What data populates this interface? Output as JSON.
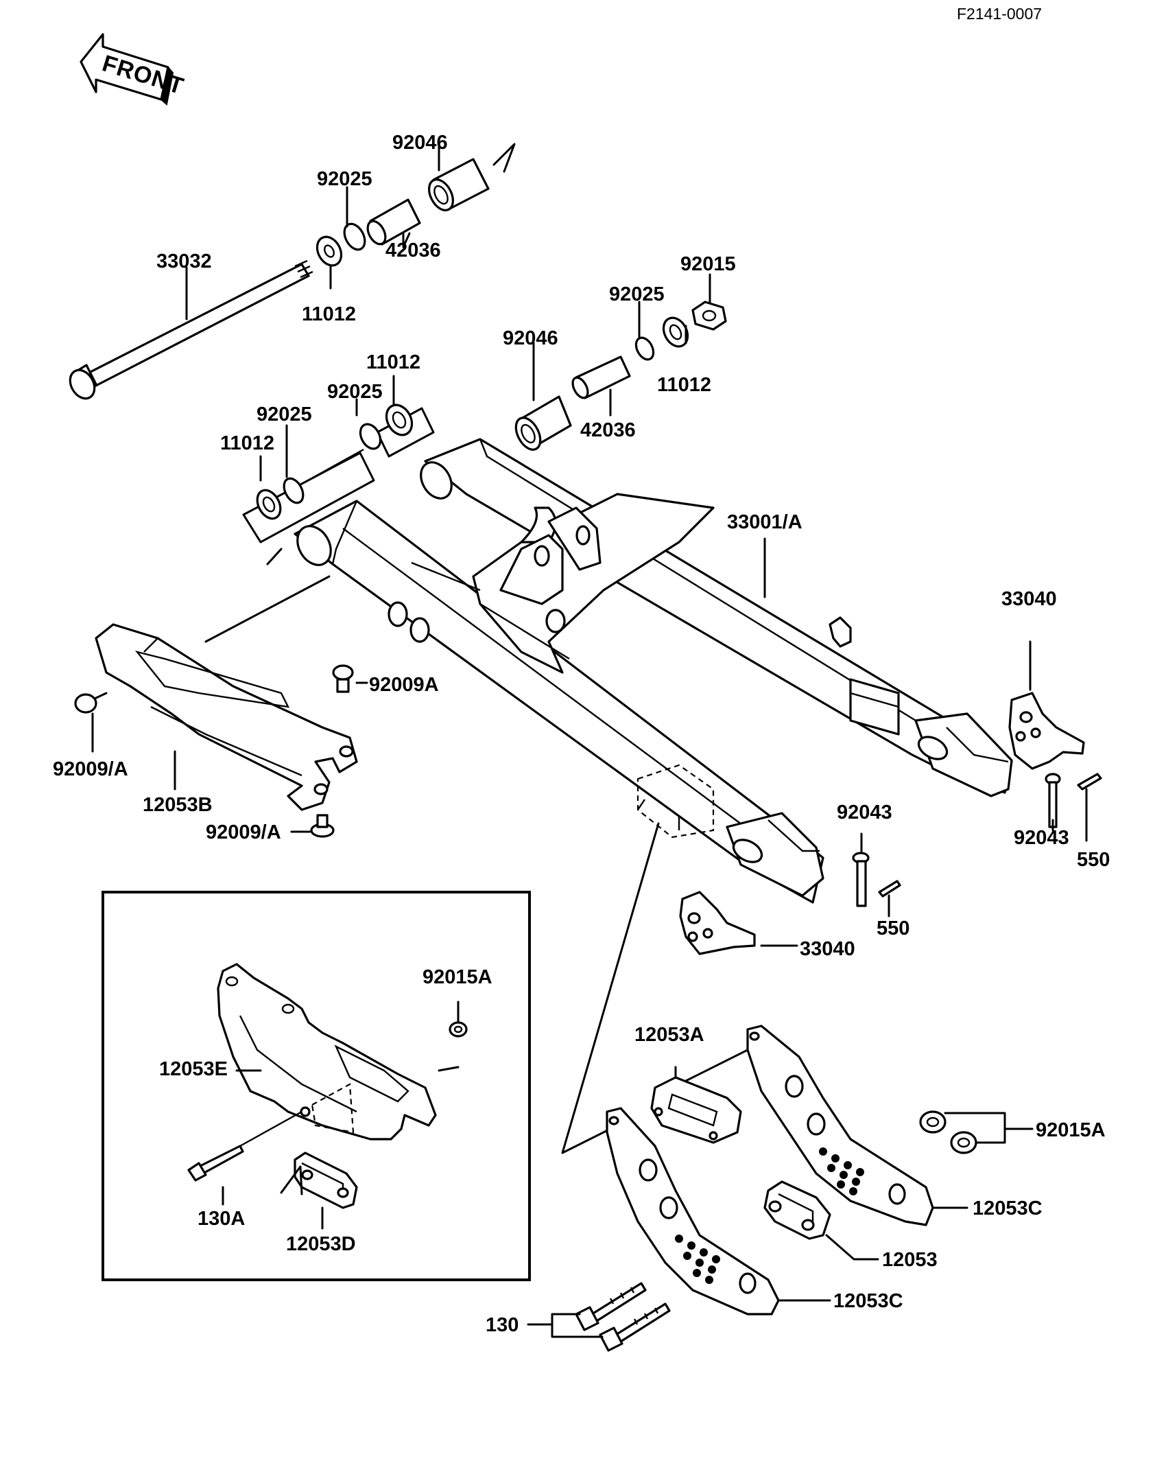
{
  "drawing_code": "F2141-0007",
  "front_label": "FRONT",
  "labels": {
    "p92046_top": "92046",
    "p92025_top": "92025",
    "p42036_top": "42036",
    "p33032": "33032",
    "p11012_top": "11012",
    "p92015": "92015",
    "p92025_right": "92025",
    "p92046_mid": "92046",
    "p11012_right": "11012",
    "p42036_mid": "42036",
    "p11012_left2": "11012",
    "p92025_left2": "92025",
    "p92025_left": "92025",
    "p11012_left": "11012",
    "p33001A": "33001/A",
    "p33040_right": "33040",
    "p92009A": "92009A",
    "p92009A_left": "92009/A",
    "p12053B": "12053B",
    "p92009A_bottom": "92009/A",
    "p92043_mid": "92043",
    "p92043_right": "92043",
    "p550_right": "550",
    "p550_mid": "550",
    "p33040_mid": "33040",
    "p92015A_inset": "92015A",
    "p12053E": "12053E",
    "p130A": "130A",
    "p12053D": "12053D",
    "p12053A": "12053A",
    "p92015A": "92015A",
    "p12053C_top": "12053C",
    "p12053": "12053",
    "p12053C_bottom": "12053C",
    "p130": "130"
  }
}
